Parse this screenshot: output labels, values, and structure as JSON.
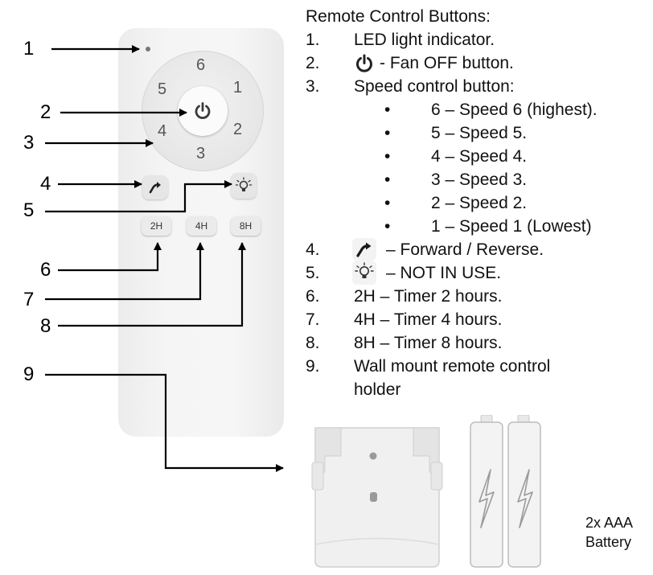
{
  "heading": "Remote Control Buttons:",
  "items": [
    {
      "num": "1.",
      "text": "LED light indicator."
    },
    {
      "num": "2.",
      "icon": "power-icon",
      "text": "- Fan OFF button."
    },
    {
      "num": "3.",
      "text": "Speed control button:"
    },
    {
      "num": "4.",
      "icon": "reverse-arrow-icon",
      "text": "– Forward / Reverse."
    },
    {
      "num": "5.",
      "icon": "light-bulb-icon",
      "text": "– NOT IN USE."
    },
    {
      "num": "6.",
      "text": "2H – Timer 2 hours."
    },
    {
      "num": "7.",
      "text": "4H – Timer 4 hours."
    },
    {
      "num": "8.",
      "text": "8H – Timer 8 hours."
    },
    {
      "num": "9.",
      "text_line1": "Wall mount remote control",
      "text_line2": "holder"
    }
  ],
  "speed_bullets": [
    {
      "bullet": "•",
      "text": "6 – Speed 6 (highest)."
    },
    {
      "bullet": "•",
      "text": "5 – Speed 5."
    },
    {
      "bullet": "•",
      "text": "4 – Speed 4."
    },
    {
      "bullet": "•",
      "text": "3 – Speed 3."
    },
    {
      "bullet": "•",
      "text": "2 – Speed 2."
    },
    {
      "bullet": "•",
      "text": "1 – Speed 1 (Lowest)"
    }
  ],
  "callouts": [
    "1",
    "2",
    "3",
    "4",
    "5",
    "6",
    "7",
    "8",
    "9"
  ],
  "remote": {
    "speed_numbers": [
      "6",
      "1",
      "2",
      "3",
      "4",
      "5"
    ],
    "timer_buttons": [
      "2H",
      "4H",
      "8H"
    ]
  },
  "battery": {
    "line1": "2x AAA",
    "line2": "Battery"
  },
  "colors": {
    "remote_body": "#f1f1f1",
    "dial_ring": "#e9e9e9",
    "center_button": "#fafafa",
    "arrow": "#000000",
    "text": "#111111"
  }
}
